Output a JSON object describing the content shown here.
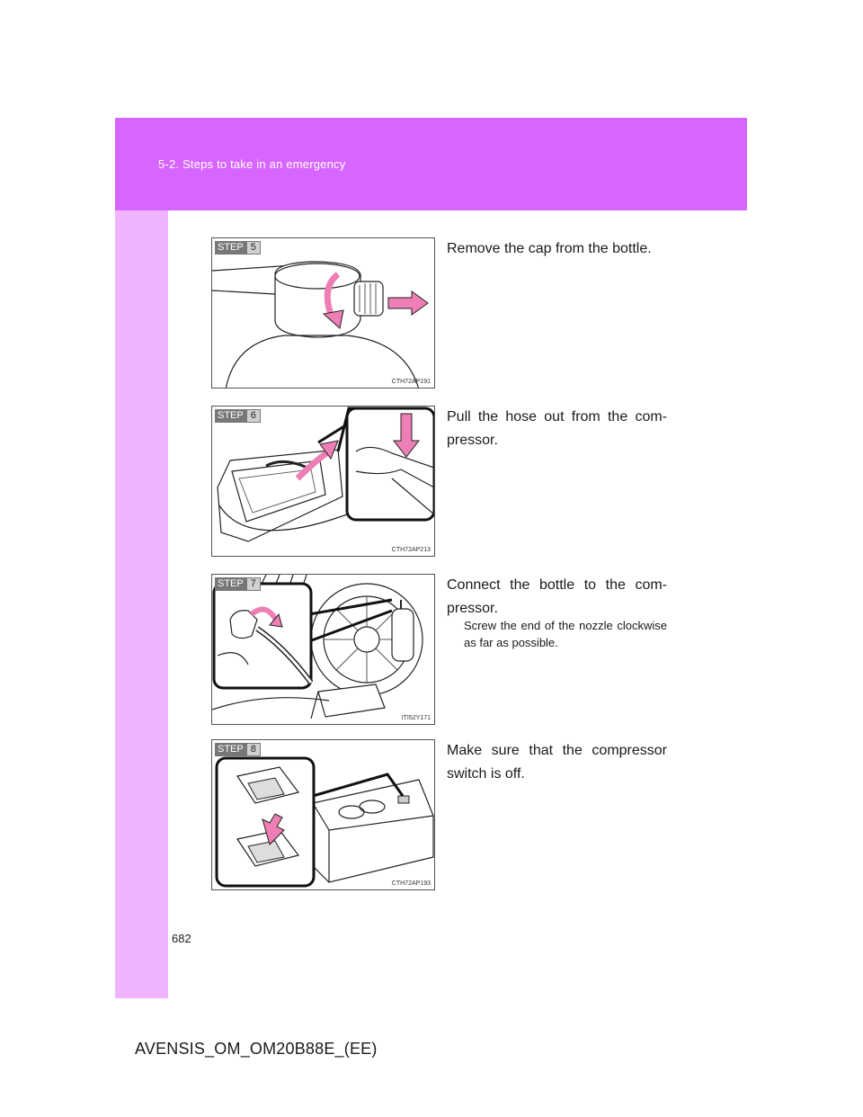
{
  "header": {
    "section_title": "5-2. Steps to take in an emergency"
  },
  "steps": [
    {
      "step_label": "STEP",
      "step_number": "5",
      "figure_code": "CTH72AP191",
      "text": "Remove the cap from the bottle."
    },
    {
      "step_label": "STEP",
      "step_number": "6",
      "figure_code": "CTH72AP213",
      "text": "Pull the hose out from the com-pressor."
    },
    {
      "step_label": "STEP",
      "step_number": "7",
      "figure_code": "ITI52Y171",
      "text": "Connect the bottle to the com-pressor.",
      "note": "Screw the end of the nozzle clockwise as far as possible."
    },
    {
      "step_label": "STEP",
      "step_number": "8",
      "figure_code": "CTH72AP193",
      "text": "Make sure that the compressor switch is off."
    }
  ],
  "footer": {
    "page_number": "682",
    "document_code": "AVENSIS_OM_OM20B88E_(EE)"
  },
  "colors": {
    "header_band": "#d666ff",
    "side_strip": "#efb3ff",
    "arrow_pink": "#ee7fb5"
  }
}
